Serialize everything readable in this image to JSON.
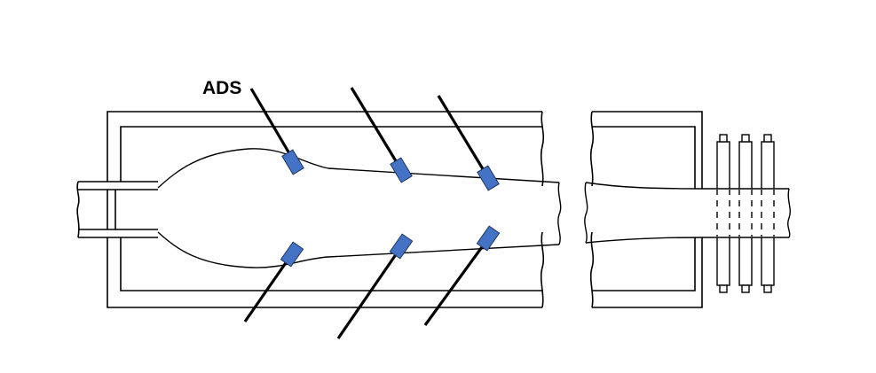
{
  "diagram": {
    "label": "ADS",
    "colors": {
      "line": "#000000",
      "sensor": "#4472C4",
      "sensor_edge": "#1F3864",
      "background": "#FFFFFF"
    },
    "sensors": {
      "top_count": 3,
      "bottom_count": 3
    },
    "rollers": {
      "count": 3
    }
  }
}
